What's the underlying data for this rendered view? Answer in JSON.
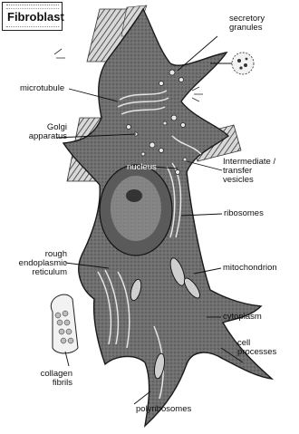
{
  "title": "Fibroblast",
  "labels": {
    "secretory_granules": [
      "secretory",
      "granules"
    ],
    "microtubule": "microtubule",
    "golgi": [
      "Golgi",
      "apparatus"
    ],
    "nucleus": "nucleus",
    "vesicles": [
      "Intermediate /",
      "transfer",
      "vesicles"
    ],
    "ribosomes": "ribosomes",
    "rough_er": [
      "rough",
      "endoplasmic",
      "reticulum"
    ],
    "mitochondrion": "mitochondrion",
    "cytoplasm": "cytoplasm",
    "cell_processes": [
      "cell",
      "processes"
    ],
    "collagen": [
      "collagen",
      "fibrils"
    ],
    "polyribosomes": "polyribosomes"
  }
}
